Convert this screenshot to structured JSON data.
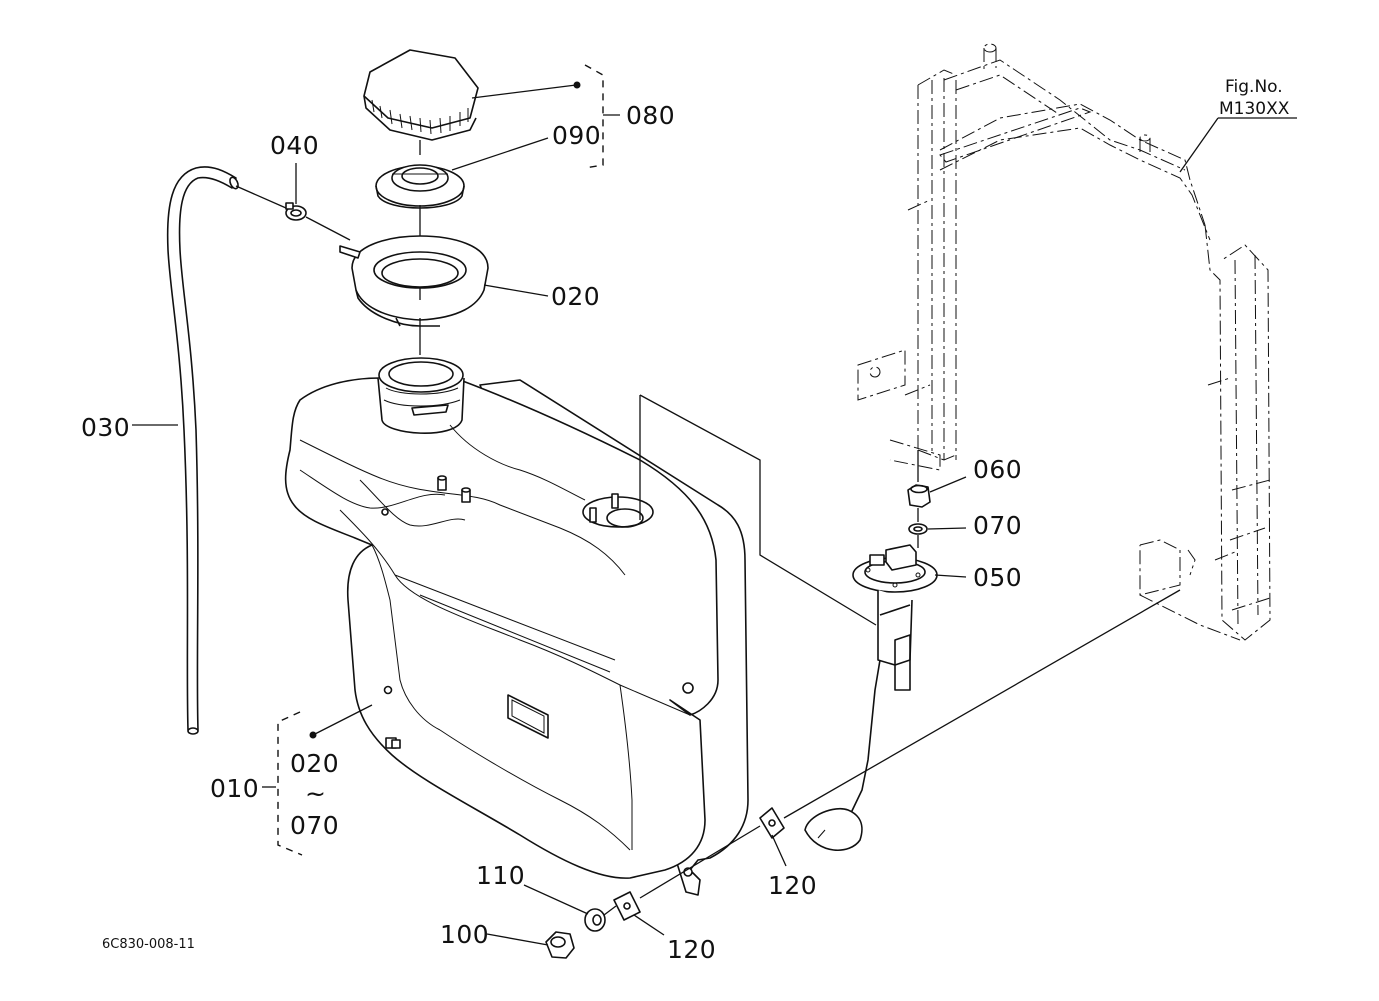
{
  "figure": {
    "fig_no_label": "Fig.No.",
    "fig_no_value": "M130XX",
    "drawing_code": "6C830-008-11"
  },
  "callouts": {
    "c010": "010",
    "c020_ring": "020",
    "c020_range_start": "020",
    "c_range_tilde": "~",
    "c070_range_end": "070",
    "c030": "030",
    "c040": "040",
    "c050": "050",
    "c060": "060",
    "c070": "070",
    "c080": "080",
    "c090": "090",
    "c100": "100",
    "c110": "110",
    "c120_bottom": "120",
    "c120_right": "120"
  }
}
